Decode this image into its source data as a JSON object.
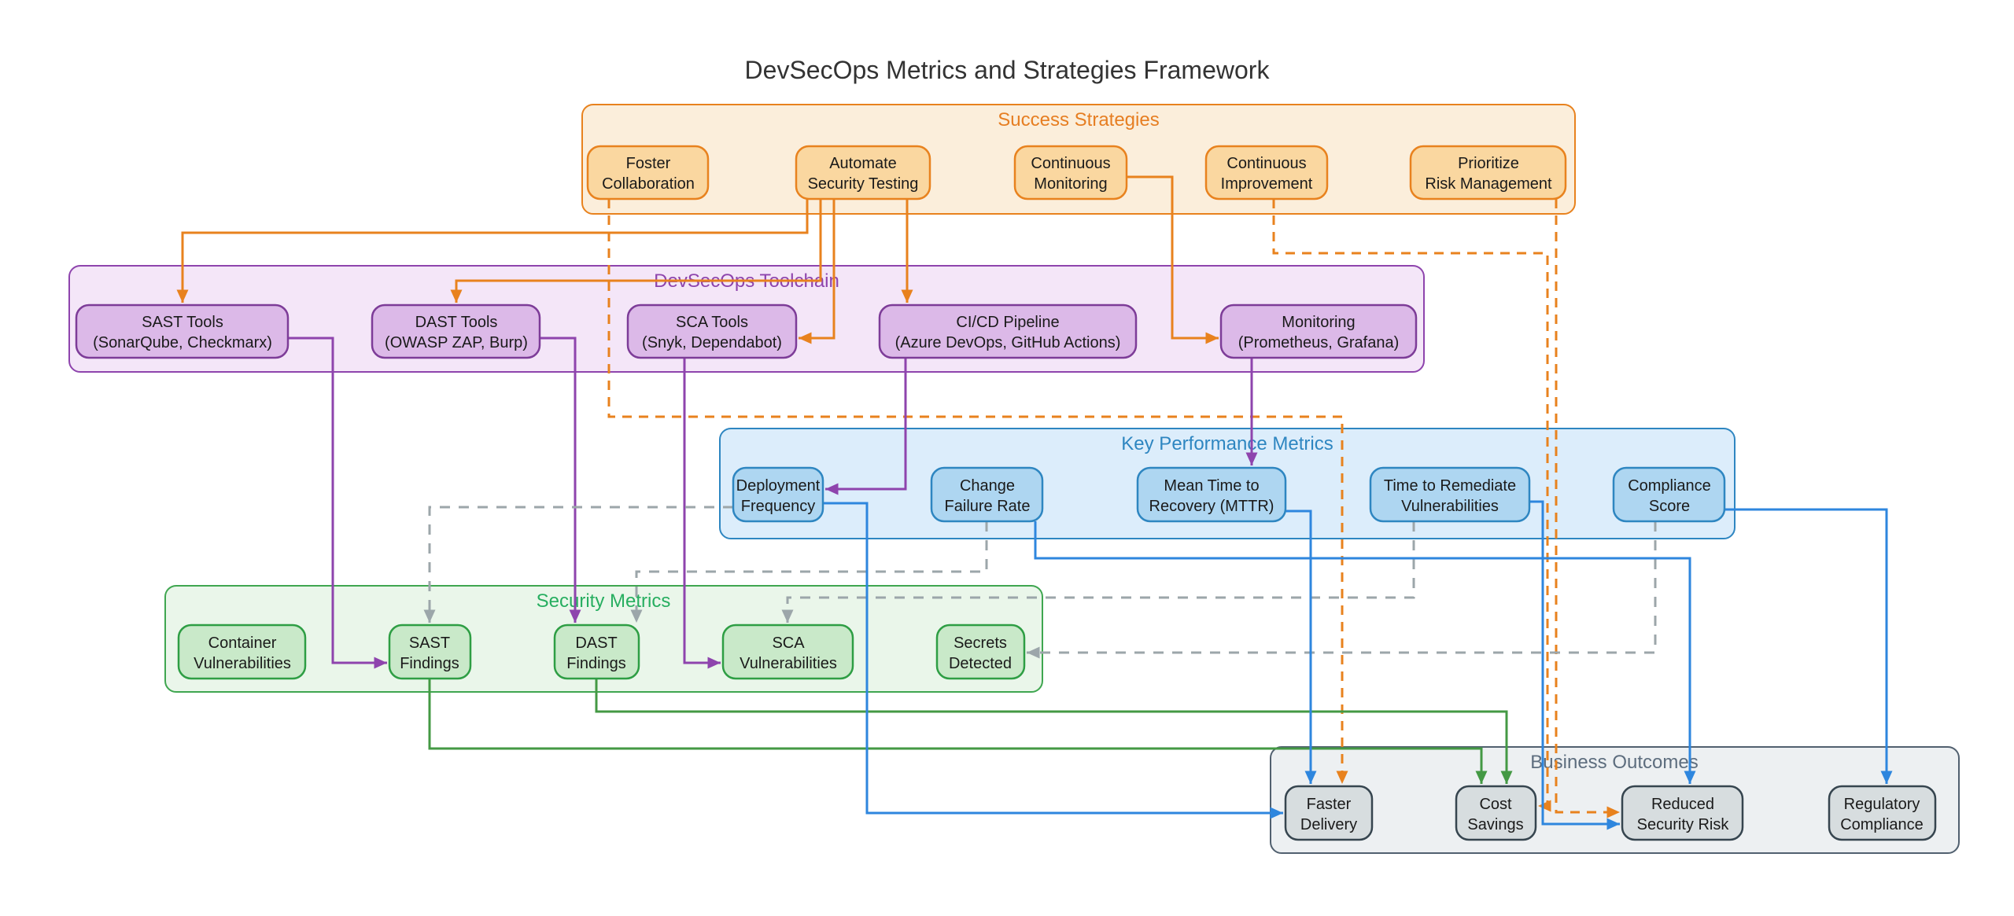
{
  "title": "DevSecOps Metrics and Strategies Framework",
  "clusters": {
    "success_strategies": {
      "label": "Success Strategies",
      "nodes": {
        "foster_collaboration": {
          "l1": "Foster",
          "l2": "Collaboration"
        },
        "automate_security_testing": {
          "l1": "Automate",
          "l2": "Security Testing"
        },
        "continuous_monitoring": {
          "l1": "Continuous",
          "l2": "Monitoring"
        },
        "continuous_improvement": {
          "l1": "Continuous",
          "l2": "Improvement"
        },
        "prioritize_risk_management": {
          "l1": "Prioritize",
          "l2": "Risk Management"
        }
      }
    },
    "devsecops_toolchain": {
      "label": "DevSecOps Toolchain",
      "nodes": {
        "sast_tools": {
          "l1": "SAST Tools",
          "l2": "(SonarQube, Checkmarx)"
        },
        "dast_tools": {
          "l1": "DAST Tools",
          "l2": "(OWASP ZAP, Burp)"
        },
        "sca_tools": {
          "l1": "SCA Tools",
          "l2": "(Snyk, Dependabot)"
        },
        "cicd_pipeline": {
          "l1": "CI/CD Pipeline",
          "l2": "(Azure DevOps, GitHub Actions)"
        },
        "monitoring": {
          "l1": "Monitoring",
          "l2": "(Prometheus, Grafana)"
        }
      }
    },
    "key_performance_metrics": {
      "label": "Key Performance Metrics",
      "nodes": {
        "deployment_frequency": {
          "l1": "Deployment",
          "l2": "Frequency"
        },
        "change_failure_rate": {
          "l1": "Change",
          "l2": "Failure Rate"
        },
        "mttr": {
          "l1": "Mean Time to",
          "l2": "Recovery (MTTR)"
        },
        "time_to_remediate_vulnerabilities": {
          "l1": "Time to Remediate",
          "l2": "Vulnerabilities"
        },
        "compliance_score": {
          "l1": "Compliance",
          "l2": "Score"
        }
      }
    },
    "security_metrics": {
      "label": "Security Metrics",
      "nodes": {
        "container_vulnerabilities": {
          "l1": "Container",
          "l2": "Vulnerabilities"
        },
        "sast_findings": {
          "l1": "SAST",
          "l2": "Findings"
        },
        "dast_findings": {
          "l1": "DAST",
          "l2": "Findings"
        },
        "sca_vulnerabilities": {
          "l1": "SCA",
          "l2": "Vulnerabilities"
        },
        "secrets_detected": {
          "l1": "Secrets",
          "l2": "Detected"
        }
      }
    },
    "business_outcomes": {
      "label": "Business Outcomes",
      "nodes": {
        "faster_delivery": {
          "l1": "Faster",
          "l2": "Delivery"
        },
        "cost_savings": {
          "l1": "Cost",
          "l2": "Savings"
        },
        "reduced_security_risk": {
          "l1": "Reduced",
          "l2": "Security Risk"
        },
        "regulatory_compliance": {
          "l1": "Regulatory",
          "l2": "Compliance"
        }
      }
    }
  },
  "edges": [
    {
      "from": "Automate Security Testing",
      "to": "SAST Tools",
      "style": "solid",
      "color": "#E8821E"
    },
    {
      "from": "Automate Security Testing",
      "to": "DAST Tools",
      "style": "solid",
      "color": "#E8821E"
    },
    {
      "from": "Automate Security Testing",
      "to": "SCA Tools",
      "style": "solid",
      "color": "#E8821E"
    },
    {
      "from": "Automate Security Testing",
      "to": "CI/CD Pipeline",
      "style": "solid",
      "color": "#E8821E"
    },
    {
      "from": "Continuous Monitoring",
      "to": "Monitoring (Prometheus, Grafana)",
      "style": "solid",
      "color": "#E8821E"
    },
    {
      "from": "Foster Collaboration",
      "to": "Faster Delivery",
      "style": "dashed",
      "color": "#E8821E"
    },
    {
      "from": "Continuous Improvement",
      "to": "Cost Savings",
      "style": "dashed",
      "color": "#E8821E"
    },
    {
      "from": "Prioritize Risk Management",
      "to": "Reduced Security Risk",
      "style": "dashed",
      "color": "#E8821E"
    },
    {
      "from": "SAST Tools",
      "to": "SAST Findings",
      "style": "solid",
      "color": "#8E44AD"
    },
    {
      "from": "DAST Tools",
      "to": "DAST Findings",
      "style": "solid",
      "color": "#8E44AD"
    },
    {
      "from": "SCA Tools",
      "to": "SCA Vulnerabilities",
      "style": "solid",
      "color": "#8E44AD"
    },
    {
      "from": "CI/CD Pipeline",
      "to": "Deployment Frequency",
      "style": "solid",
      "color": "#8E44AD"
    },
    {
      "from": "Monitoring (Prometheus, Grafana)",
      "to": "Mean Time to Recovery (MTTR)",
      "style": "solid",
      "color": "#8E44AD"
    },
    {
      "from": "Deployment Frequency",
      "to": "SAST Findings",
      "style": "dashed",
      "color": "#9CA6AA"
    },
    {
      "from": "Change Failure Rate",
      "to": "DAST Findings",
      "style": "dashed",
      "color": "#9CA6AA"
    },
    {
      "from": "Time to Remediate Vulnerabilities",
      "to": "SCA Vulnerabilities",
      "style": "dashed",
      "color": "#9CA6AA"
    },
    {
      "from": "Compliance Score",
      "to": "Secrets Detected",
      "style": "dashed",
      "color": "#9CA6AA"
    },
    {
      "from": "SAST Findings",
      "to": "Cost Savings",
      "style": "solid",
      "color": "#449944"
    },
    {
      "from": "DAST Findings",
      "to": "Cost Savings",
      "style": "solid",
      "color": "#449944"
    },
    {
      "from": "Deployment Frequency",
      "to": "Faster Delivery",
      "style": "solid",
      "color": "#2E86DE"
    },
    {
      "from": "Mean Time to Recovery (MTTR)",
      "to": "Faster Delivery",
      "style": "solid",
      "color": "#2E86DE"
    },
    {
      "from": "Change Failure Rate",
      "to": "Reduced Security Risk",
      "style": "solid",
      "color": "#2E86DE"
    },
    {
      "from": "Time to Remediate Vulnerabilities",
      "to": "Reduced Security Risk",
      "style": "solid",
      "color": "#2E86DE"
    },
    {
      "from": "Compliance Score",
      "to": "Regulatory Compliance",
      "style": "solid",
      "color": "#2E86DE"
    }
  ],
  "colors": {
    "title": "#333333",
    "orange_line": "#E8821E",
    "orange_node_fill": "#FAD7A0",
    "orange_cluster_fill": "#FBEEDB",
    "orange_label": "#E67E22",
    "purple_line": "#8E44AD",
    "purple_node_fill": "#DCB9E8",
    "purple_cluster_fill": "#F4E6F8",
    "purple_label": "#8E44AD",
    "blue_line": "#2E86DE",
    "blue_node_fill": "#AED6F1",
    "blue_cluster_fill": "#DCEDFB",
    "blue_label": "#2E86C1",
    "green_line": "#449944",
    "green_node_fill": "#C9E9C9",
    "green_cluster_fill": "#EAF6EA",
    "green_label": "#27AE60",
    "gray_line": "#9CA6AA",
    "gray_node_fill": "#D7DDDF",
    "gray_cluster_fill": "#EDF0F2",
    "gray_label": "#5D6D7E"
  }
}
